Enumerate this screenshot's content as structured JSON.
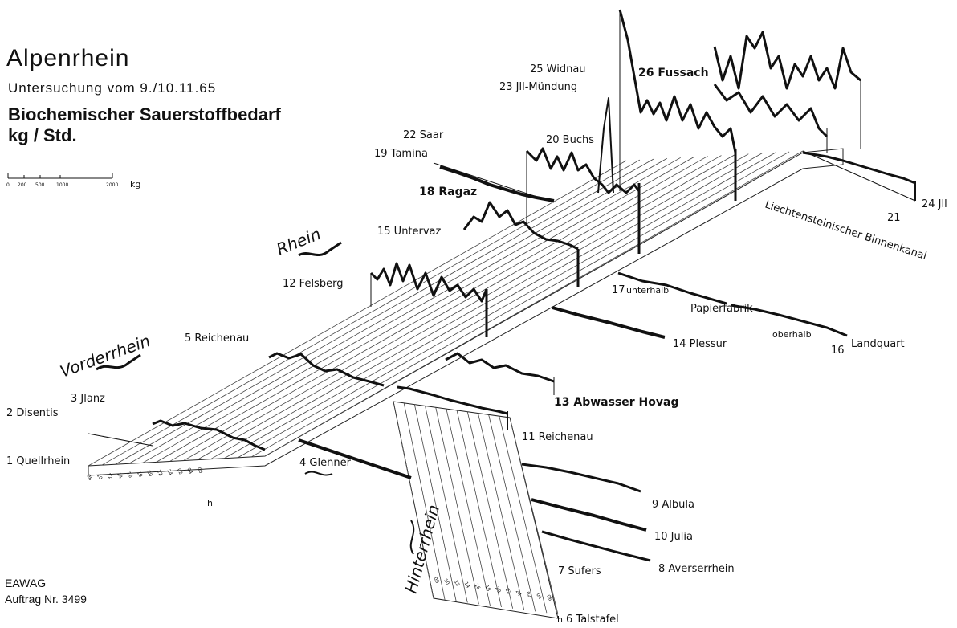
{
  "header": {
    "title": "Alpenrhein",
    "subtitle": "Untersuchung vom 9./10.11.65",
    "measure_line1": "Biochemischer Sauerstoffbedarf",
    "measure_line2": "kg / Std."
  },
  "scale": {
    "ticks": [
      "0",
      "200",
      "500",
      "1000",
      "2000"
    ],
    "unit": "kg"
  },
  "footer": {
    "org": "EAWAG",
    "order": "Auftrag Nr. 3499"
  },
  "rivers": {
    "rhein": "Rhein",
    "vorderrhein": "Vorderrhein",
    "hinterrhein": "Hinterrhein"
  },
  "stations": {
    "s1": "1  Quellrhein",
    "s2": "2 Disentis",
    "s3": "3  Jlanz",
    "s4": "4 Glenner",
    "s5": "5  Reichenau",
    "s6": "6  Talstafel",
    "s7": "7  Sufers",
    "s8": "8  Averserrhein",
    "s9": "9  Albula",
    "s10": "10  Julia",
    "s11": "11  Reichenau",
    "s12": "12  Felsberg",
    "s13": "13  Abwasser Hovag",
    "s14": "14  Plessur",
    "s15": "15  Untervaz",
    "s16": "16",
    "s16_name": "Landquart",
    "s17": "17",
    "s17_unterhalb": "unterhalb",
    "s17_oberhalb": "oberhalb",
    "papierfabrik": "Papierfabrik",
    "s18": "18  Ragaz",
    "s19": "19  Tamina",
    "s20": "20  Buchs",
    "s21": "21",
    "s21_name": "Liechtensteinischer Binnenkanal",
    "s22": "22  Saar",
    "s23": "23  Jll-Mündung",
    "s24": "24  Jll",
    "s25": "25  Widnau",
    "s26": "26  Fussach"
  },
  "time_axis": {
    "ticks": [
      "08",
      "10",
      "12",
      "14",
      "16",
      "18",
      "20",
      "22",
      "24",
      "02",
      "04",
      "06"
    ],
    "unit": "h"
  }
}
